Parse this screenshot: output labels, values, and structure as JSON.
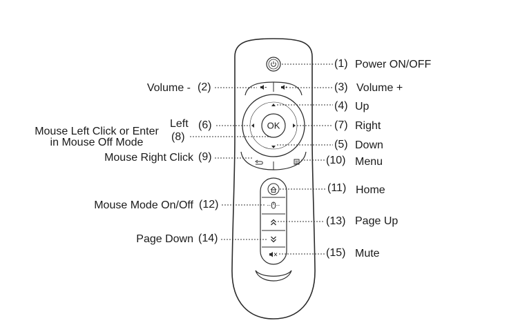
{
  "callouts": {
    "c1": {
      "num": "(1)",
      "label": "Power ON/OFF"
    },
    "c2": {
      "num": "(2)",
      "label": "Volume -"
    },
    "c3": {
      "num": "(3)",
      "label": "Volume +"
    },
    "c4": {
      "num": "(4)",
      "label": "Up"
    },
    "c5": {
      "num": "(5)",
      "label": "Down"
    },
    "c6": {
      "num": "(6)",
      "label": "Left"
    },
    "c7": {
      "num": "(7)",
      "label": "Right"
    },
    "c8": {
      "num": "(8)",
      "label_line1": "Mouse Left Click or Enter",
      "label_line2": "in Mouse Off Mode"
    },
    "c9": {
      "num": "(9)",
      "label": "Mouse Right Click"
    },
    "c10": {
      "num": "(10)",
      "label": "Menu"
    },
    "c11": {
      "num": "(11)",
      "label": "Home"
    },
    "c12": {
      "num": "(12)",
      "label": "Mouse Mode On/Off"
    },
    "c13": {
      "num": "(13)",
      "label": "Page Up"
    },
    "c14": {
      "num": "(14)",
      "label": "Page Down"
    },
    "c15": {
      "num": "(15)",
      "label": "Mute"
    }
  },
  "remote": {
    "ok_label": "OK"
  },
  "icons": {
    "power": "power-icon",
    "volume_down": "volume-down-icon",
    "volume_up": "volume-up-icon",
    "up": "arrow-up-icon",
    "down": "arrow-down-icon",
    "left": "arrow-left-icon",
    "right": "arrow-right-icon",
    "back": "back-icon",
    "menu": "menu-icon",
    "home": "home-icon",
    "mouse": "mouse-icon",
    "page_up": "page-up-icon",
    "page_down": "page-down-icon",
    "mute": "mute-icon"
  },
  "colors": {
    "stroke": "#2a2a2a",
    "leader": "#333333",
    "text": "#1a1a1a"
  }
}
